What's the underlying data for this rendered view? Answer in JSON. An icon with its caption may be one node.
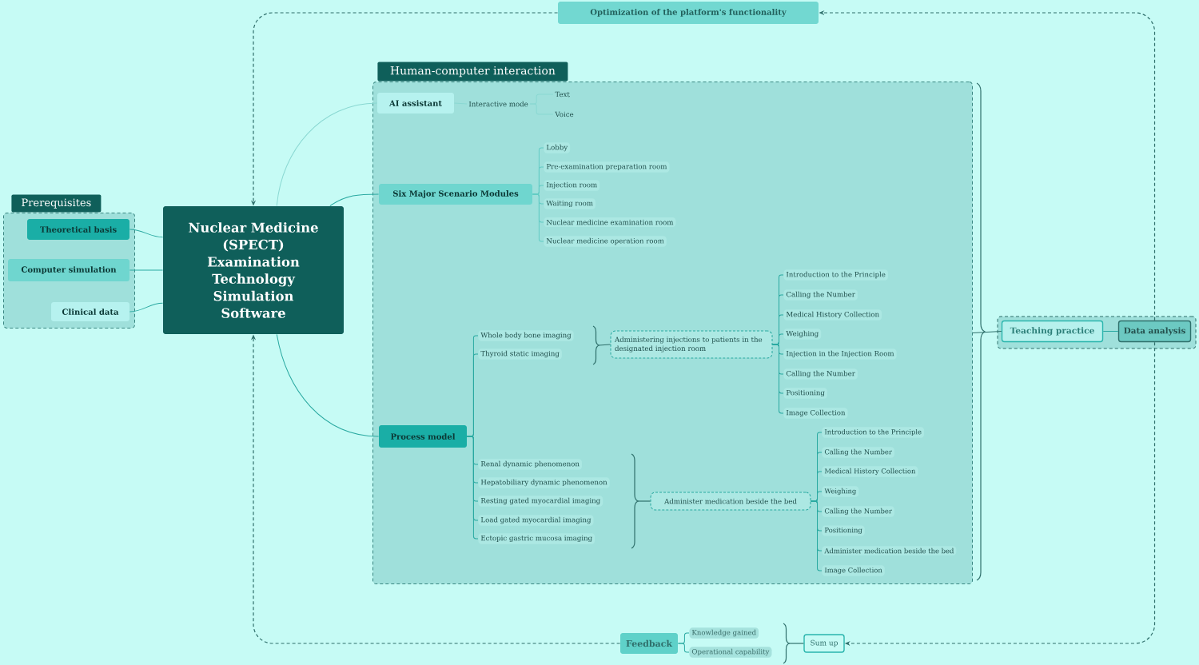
{
  "diagram": {
    "nodes": [
      {
        "text": [
          "Prerequisites"
        ]
      },
      {
        "text": [
          "Theoretical basis"
        ],
        "in": 0
      },
      {
        "text": [
          "Computer simulation"
        ],
        "in": 0
      },
      {
        "text": [
          "Clinical data"
        ],
        "in": 0
      },
      {
        "text": [
          "Nuclear Medicine (SPECT) Examination Technology Simulation Software"
        ]
      },
      {
        "text": [
          "Optimization of the platform's functionality"
        ]
      },
      {
        "text": [
          "Human-computer interaction"
        ]
      },
      {
        "text": [
          "AI assistant"
        ],
        "in": 6
      },
      {
        "text": [
          "Interactive mode"
        ],
        "in": 6
      },
      {
        "text": [
          "Text"
        ],
        "in": 6
      },
      {
        "text": [
          "Voice"
        ],
        "in": 6
      },
      {
        "text": [
          "Six Major Scenario Modules"
        ],
        "in": 6
      },
      {
        "text": [
          "Lobby"
        ],
        "in": 6
      },
      {
        "text": [
          "Pre-examination preparation room"
        ],
        "in": 6
      },
      {
        "text": [
          "Injection room"
        ],
        "in": 6
      },
      {
        "text": [
          "Waiting room"
        ],
        "in": 6
      },
      {
        "text": [
          "Nuclear medicine examination room"
        ],
        "in": 6
      },
      {
        "text": [
          "Nuclear medicine operation room"
        ],
        "in": 6
      },
      {
        "text": [
          "Process model"
        ],
        "in": 6
      },
      {
        "text": [
          "Whole body bone imaging"
        ],
        "in": 6
      },
      {
        "text": [
          "Thyroid static imaging"
        ],
        "in": 6
      },
      {
        "text": [
          "Administering injections to patients in the designated injection room"
        ],
        "in": 6
      },
      {
        "text": [
          "Introduction to the Principle"
        ],
        "in": 6
      },
      {
        "text": [
          "Calling the Number"
        ],
        "in": 6
      },
      {
        "text": [
          "Medical History Collection"
        ],
        "in": 6
      },
      {
        "text": [
          "Weighing"
        ],
        "in": 6
      },
      {
        "text": [
          "Injection in the Injection Room"
        ],
        "in": 6
      },
      {
        "text": [
          "Calling the Number"
        ],
        "in": 6
      },
      {
        "text": [
          "Positioning"
        ],
        "in": 6
      },
      {
        "text": [
          "Image Collection"
        ],
        "in": 6
      },
      {
        "text": [
          "Renal dynamic phenomenon"
        ],
        "in": 6
      },
      {
        "text": [
          "Hepatobiliary dynamic phenomenon"
        ],
        "in": 6
      },
      {
        "text": [
          "Resting gated myocardial imaging"
        ],
        "in": 6
      },
      {
        "text": [
          "Load gated myocardial imaging"
        ],
        "in": 6
      },
      {
        "text": [
          "Ectopic gastric mucosa imaging"
        ],
        "in": 6
      },
      {
        "text": [
          "Administer medication beside the bed"
        ],
        "in": 6
      },
      {
        "text": [
          "Introduction to the Principle"
        ],
        "in": 6
      },
      {
        "text": [
          "Calling the Number"
        ],
        "in": 6
      },
      {
        "text": [
          "Medical History Collection"
        ],
        "in": 6
      },
      {
        "text": [
          "Weighing"
        ],
        "in": 6
      },
      {
        "text": [
          "Calling the Number"
        ],
        "in": 6
      },
      {
        "text": [
          "Positioning"
        ],
        "in": 6
      },
      {
        "text": [
          "Administer medication beside the bed"
        ],
        "in": 6
      },
      {
        "text": [
          "Image Collection"
        ],
        "in": 6
      },
      {
        "text": [],
        "shape": "box"
      },
      {
        "text": [
          "Teaching practice"
        ],
        "in": 44
      },
      {
        "text": [
          "Data analysis"
        ],
        "in": 44
      },
      {
        "text": [
          "Feedback"
        ]
      },
      {
        "text": [
          "Knowledge gained"
        ]
      },
      {
        "text": [
          "Operational capability"
        ]
      },
      {
        "text": [
          "Sum up"
        ]
      }
    ],
    "edges": [
      {
        "from": 4,
        "to": 1,
        "arrow": "none"
      },
      {
        "from": 4,
        "to": 2,
        "arrow": "none"
      },
      {
        "from": 4,
        "to": 3,
        "arrow": "none"
      },
      {
        "from": 4,
        "to": 7,
        "arrow": "none",
        "color": "#8ad8d2"
      },
      {
        "from": 4,
        "to": 11,
        "arrow": "none"
      },
      {
        "from": 4,
        "to": 18,
        "arrow": "none"
      },
      {
        "from": 7,
        "to": 8,
        "arrow": "none",
        "color": "#8ad8d2"
      },
      {
        "from": 8,
        "to": 9,
        "arrow": "none",
        "color": "#8ad8d2"
      },
      {
        "from": 8,
        "to": 10,
        "arrow": "none",
        "color": "#8ad8d2"
      },
      {
        "from": 11,
        "to": 12,
        "arrow": "none",
        "color": "#63cbc4"
      },
      {
        "from": 11,
        "to": 13,
        "arrow": "none",
        "color": "#63cbc4"
      },
      {
        "from": 11,
        "to": 14,
        "arrow": "none",
        "color": "#63cbc4"
      },
      {
        "from": 11,
        "to": 15,
        "arrow": "none",
        "color": "#63cbc4"
      },
      {
        "from": 11,
        "to": 16,
        "arrow": "none",
        "color": "#63cbc4"
      },
      {
        "from": 11,
        "to": 17,
        "arrow": "none",
        "color": "#63cbc4"
      },
      {
        "from": 18,
        "to": 19,
        "arrow": "none"
      },
      {
        "from": 18,
        "to": 20,
        "arrow": "none"
      },
      {
        "from": 18,
        "to": 30,
        "arrow": "none"
      },
      {
        "from": 18,
        "to": 31,
        "arrow": "none"
      },
      {
        "from": 18,
        "to": 32,
        "arrow": "none"
      },
      {
        "from": 18,
        "to": 33,
        "arrow": "none"
      },
      {
        "from": 18,
        "to": 34,
        "arrow": "none"
      },
      {
        "from": 21,
        "to": 22,
        "arrow": "none"
      },
      {
        "from": 21,
        "to": 23,
        "arrow": "none"
      },
      {
        "from": 21,
        "to": 24,
        "arrow": "none"
      },
      {
        "from": 21,
        "to": 25,
        "arrow": "none"
      },
      {
        "from": 21,
        "to": 26,
        "arrow": "none"
      },
      {
        "from": 21,
        "to": 27,
        "arrow": "none"
      },
      {
        "from": 21,
        "to": 28,
        "arrow": "none"
      },
      {
        "from": 21,
        "to": 29,
        "arrow": "none"
      },
      {
        "from": 35,
        "to": 36,
        "arrow": "none"
      },
      {
        "from": 35,
        "to": 37,
        "arrow": "none"
      },
      {
        "from": 35,
        "to": 38,
        "arrow": "none"
      },
      {
        "from": 35,
        "to": 39,
        "arrow": "none"
      },
      {
        "from": 35,
        "to": 40,
        "arrow": "none"
      },
      {
        "from": 35,
        "to": 41,
        "arrow": "none"
      },
      {
        "from": 35,
        "to": 42,
        "arrow": "none"
      },
      {
        "from": 35,
        "to": 43,
        "arrow": "none"
      },
      {
        "from": 45,
        "to": 46,
        "arrow": "none"
      },
      {
        "from": 47,
        "to": 48,
        "arrow": "none"
      },
      {
        "from": 47,
        "to": 49,
        "arrow": "none"
      },
      {
        "from": 5,
        "to": 4,
        "arrow": "to",
        "style": "dashed",
        "color": "#2f6f6b"
      },
      {
        "from": 47,
        "to": 4,
        "arrow": "to",
        "style": "dashed",
        "color": "#2f6f6b"
      },
      {
        "from": 46,
        "to": 5,
        "arrow": "to",
        "style": "dashed",
        "color": "#2f6f6b"
      },
      {
        "from": 46,
        "to": 50,
        "arrow": "to",
        "style": "dashed",
        "color": "#2f6f6b"
      },
      {
        "from": 6,
        "to": 45,
        "arrow": "none",
        "color": "#2f6f6b"
      }
    ]
  }
}
